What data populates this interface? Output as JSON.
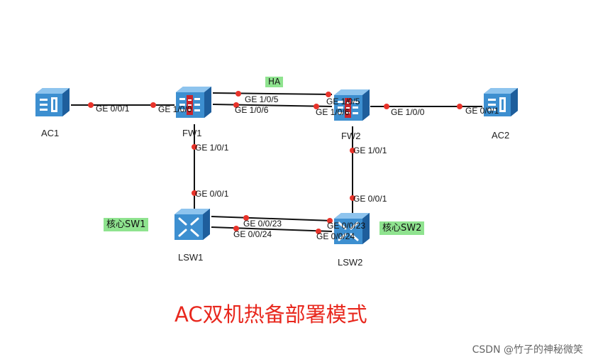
{
  "colors": {
    "link": "#111111",
    "port_dot": "#e8332a",
    "device_blue": "#3d8fd0",
    "tag_green": "#8fe38f",
    "caption": "#e8281e"
  },
  "devices": {
    "ac1": {
      "name": "AC1",
      "icon": "access-controller-icon"
    },
    "fw1": {
      "name": "FW1",
      "icon": "firewall-icon"
    },
    "fw2": {
      "name": "FW2",
      "icon": "firewall-icon"
    },
    "ac2": {
      "name": "AC2",
      "icon": "access-controller-icon"
    },
    "lsw1": {
      "name": "LSW1",
      "icon": "switch-icon"
    },
    "lsw2": {
      "name": "LSW2",
      "icon": "switch-icon"
    }
  },
  "ports": {
    "ac1_fw1_a": "GE 0/0/1",
    "ac1_fw1_b": "GE 1/0/0",
    "fw_ha_top_a": "GE 1/0/5",
    "fw_ha_top_b": "GE 1/0/5",
    "fw_ha_bot_a": "GE 1/0/6",
    "fw_ha_bot_b": "GE 1/0/6",
    "fw2_ac2_a": "GE 1/0/0",
    "fw2_ac2_b": "GE 0/0/1",
    "fw1_lsw1_a": "GE 1/0/1",
    "fw1_lsw1_b": "GE 0/0/1",
    "fw2_lsw2_a": "GE 1/0/1",
    "fw2_lsw2_b": "GE 0/0/1",
    "sw_top_a": "GE 0/0/23",
    "sw_top_b": "GE 0/0/23",
    "sw_bot_a": "GE 0/0/24",
    "sw_bot_b": "GE 0/0/24"
  },
  "tags": {
    "ha": "HA",
    "core1": "核心SW1",
    "core2": "核心SW2"
  },
  "caption": "AC双机热备部署模式",
  "watermark": "CSDN @竹子的神秘微笑"
}
